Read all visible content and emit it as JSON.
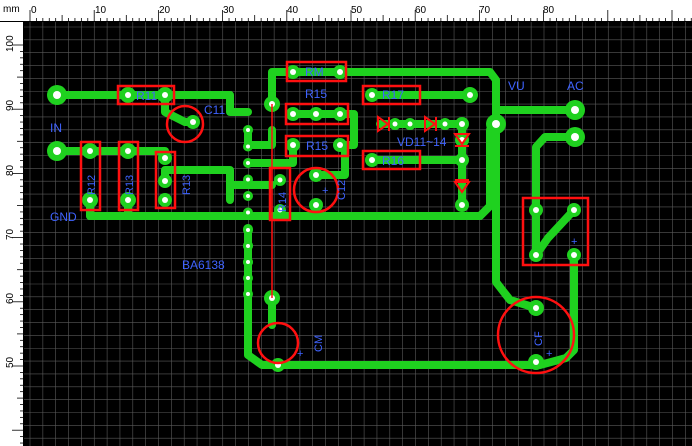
{
  "ruler": {
    "unit": "mm",
    "top_ticks": [
      "0",
      "10",
      "20",
      "30",
      "40",
      "50",
      "60",
      "70",
      "80"
    ],
    "left_ticks": [
      "100",
      "90",
      "80",
      "70",
      "60",
      "50"
    ]
  },
  "labels": {
    "in": "IN",
    "gnd": "GND",
    "vu": "VU",
    "ac": "AC",
    "c11": "C11",
    "r11": "R11",
    "r12": "R12",
    "r13a": "R13",
    "r13b": "R13",
    "r14": "R14",
    "rm": "RM",
    "r15a": "R15",
    "r15b": "R15",
    "r17": "R17",
    "r16": "R16",
    "vd": "VD11~14",
    "c12": "C12",
    "ic": "BA6138",
    "cm": "CM",
    "cf": "CF",
    "plus_c12": "+",
    "plus_cm": "+",
    "plus_cf": "+",
    "plus_ac": "+"
  },
  "colors": {
    "board": "#000000",
    "grid": "#5a5a5a",
    "trace": "#1fd11f",
    "outline": "#ff1010",
    "label": "#3f63ff",
    "ruler_bg": "#ffffff"
  }
}
